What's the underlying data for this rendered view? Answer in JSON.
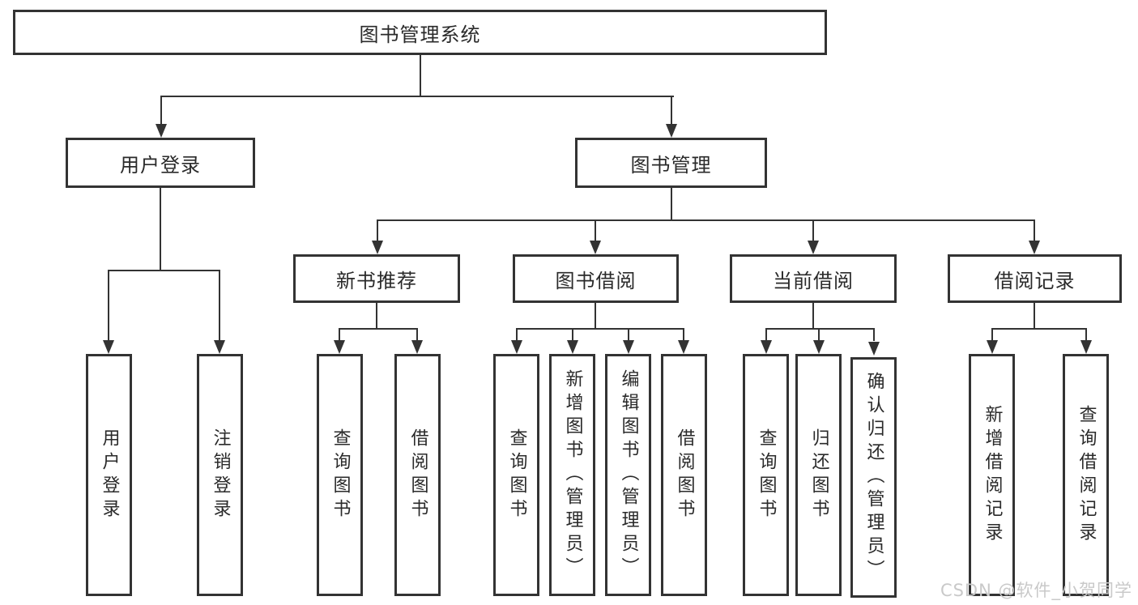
{
  "diagram": {
    "root": {
      "label": "图书管理系统"
    },
    "level2": [
      {
        "id": "user-login",
        "label": "用户登录"
      },
      {
        "id": "book-management",
        "label": "图书管理"
      }
    ],
    "level3": [
      {
        "id": "new-book-recommend",
        "label": "新书推荐",
        "parent": "book-management"
      },
      {
        "id": "book-borrow",
        "label": "图书借阅",
        "parent": "book-management"
      },
      {
        "id": "current-borrow",
        "label": "当前借阅",
        "parent": "book-management"
      },
      {
        "id": "borrow-records",
        "label": "借阅记录",
        "parent": "book-management"
      }
    ],
    "leaves": [
      {
        "label": "用户登录",
        "parent": "user-login"
      },
      {
        "label": "注销登录",
        "parent": "user-login"
      },
      {
        "label": "查询图书",
        "parent": "new-book-recommend"
      },
      {
        "label": "借阅图书",
        "parent": "new-book-recommend"
      },
      {
        "label": "查询图书",
        "parent": "book-borrow"
      },
      {
        "label": "新增图书（管理员）",
        "parent": "book-borrow"
      },
      {
        "label": "编辑图书（管理员）",
        "parent": "book-borrow"
      },
      {
        "label": "借阅图书",
        "parent": "book-borrow"
      },
      {
        "label": "查询图书",
        "parent": "current-borrow"
      },
      {
        "label": "归还图书",
        "parent": "current-borrow"
      },
      {
        "label": "确认归还（管理员）",
        "parent": "current-borrow"
      },
      {
        "label": "新增借阅记录",
        "parent": "borrow-records"
      },
      {
        "label": "查询借阅记录",
        "parent": "borrow-records"
      }
    ]
  },
  "watermark": {
    "text": "CSDN @软件_小贺同学"
  },
  "colors": {
    "line": "#333333",
    "text": "#2a2a2a",
    "watermark": "#c9c9c9",
    "background": "#ffffff"
  }
}
